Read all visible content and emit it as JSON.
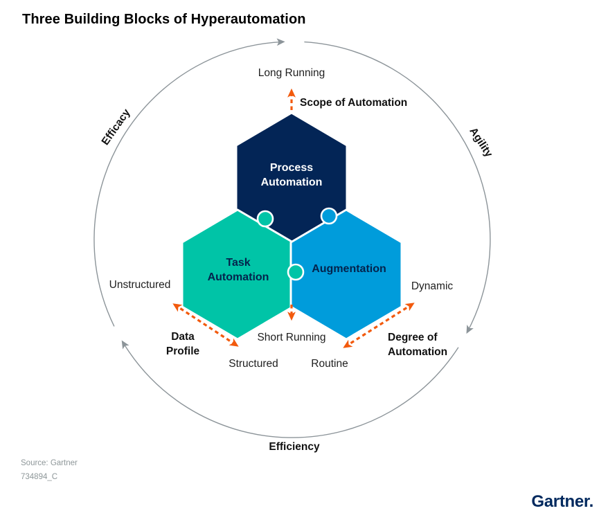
{
  "title": "Three Building Blocks of Hyperautomation",
  "colors": {
    "navy": "#032556",
    "teal": "#00C4A7",
    "blue": "#009CDB",
    "orange": "#F25A0D",
    "circle-gray": "#8C9499",
    "text-dark": "#1E1E1E",
    "hex-label": "#04234C",
    "source-gray": "#8E9799",
    "logo-navy": "#00295E"
  },
  "blocks": {
    "top": "Process\nAutomation",
    "left": "Task\nAutomation",
    "right": "Augmentation"
  },
  "axes": {
    "scope": {
      "label": "Scope of Automation",
      "high": "Long Running",
      "low": "Short Running"
    },
    "data_profile": {
      "label": "Data\nProfile",
      "high": "Unstructured",
      "low": "Structured"
    },
    "degree": {
      "label": "Degree of\nAutomation",
      "high": "Dynamic",
      "low": "Routine"
    }
  },
  "ring": {
    "upper_left": "Efficacy",
    "upper_right": "Agility",
    "bottom": "Efficiency"
  },
  "footer": {
    "source": "Source: Gartner",
    "note": "734894_C",
    "logo": "Gartner."
  }
}
